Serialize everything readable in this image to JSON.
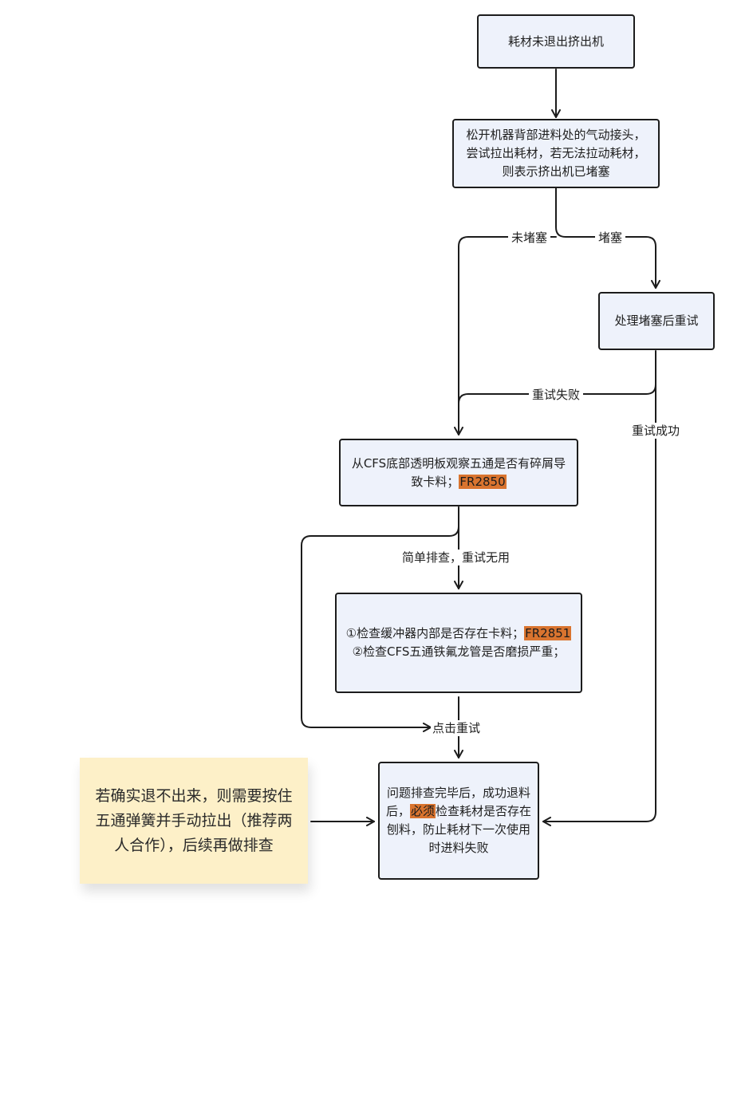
{
  "nodes": {
    "start": "耗材未退出挤出机",
    "loosen": [
      "松开机器背部进料处的气动接头，",
      "尝试拉出耗材，若无法拉动耗材，",
      "则表示挤出机已堵塞"
    ],
    "fix_clog": "处理堵塞后重试",
    "observe": {
      "line1": "从CFS底部透明板观察五通是否有碎屑导",
      "line2_text": "致卡料；",
      "line2_code": "FR2850"
    },
    "check": {
      "line1_text": "①检查缓冲器内部是否存在卡料；",
      "line1_code": "FR2851",
      "line2": "②检查CFS五通铁氟龙管是否磨损严重；"
    },
    "final": {
      "line1": "问题排查完毕后，成功退料",
      "line2_pre": "后，",
      "line2_hl": "必须",
      "line2_post": "检查耗材是否存在",
      "line3": "刨料，防止耗材下一次使用",
      "line4": "时进料失败"
    }
  },
  "edge_labels": {
    "not_clogged": "未堵塞",
    "clogged": "堵塞",
    "retry_failed": "重试失败",
    "retry_success": "重试成功",
    "simple_check": "简单排查，重试无用",
    "click_retry": "点击重试"
  },
  "note": [
    "若确实退不出来，则需要按住",
    "五通弹簧并手动拉出（推荐两",
    "人合作），后续再做排查"
  ],
  "colors": {
    "node_fill": "#eef2fb",
    "node_border": "#1c1c1c",
    "highlight": "#d9742f",
    "note_fill": "#fdf0c8"
  }
}
